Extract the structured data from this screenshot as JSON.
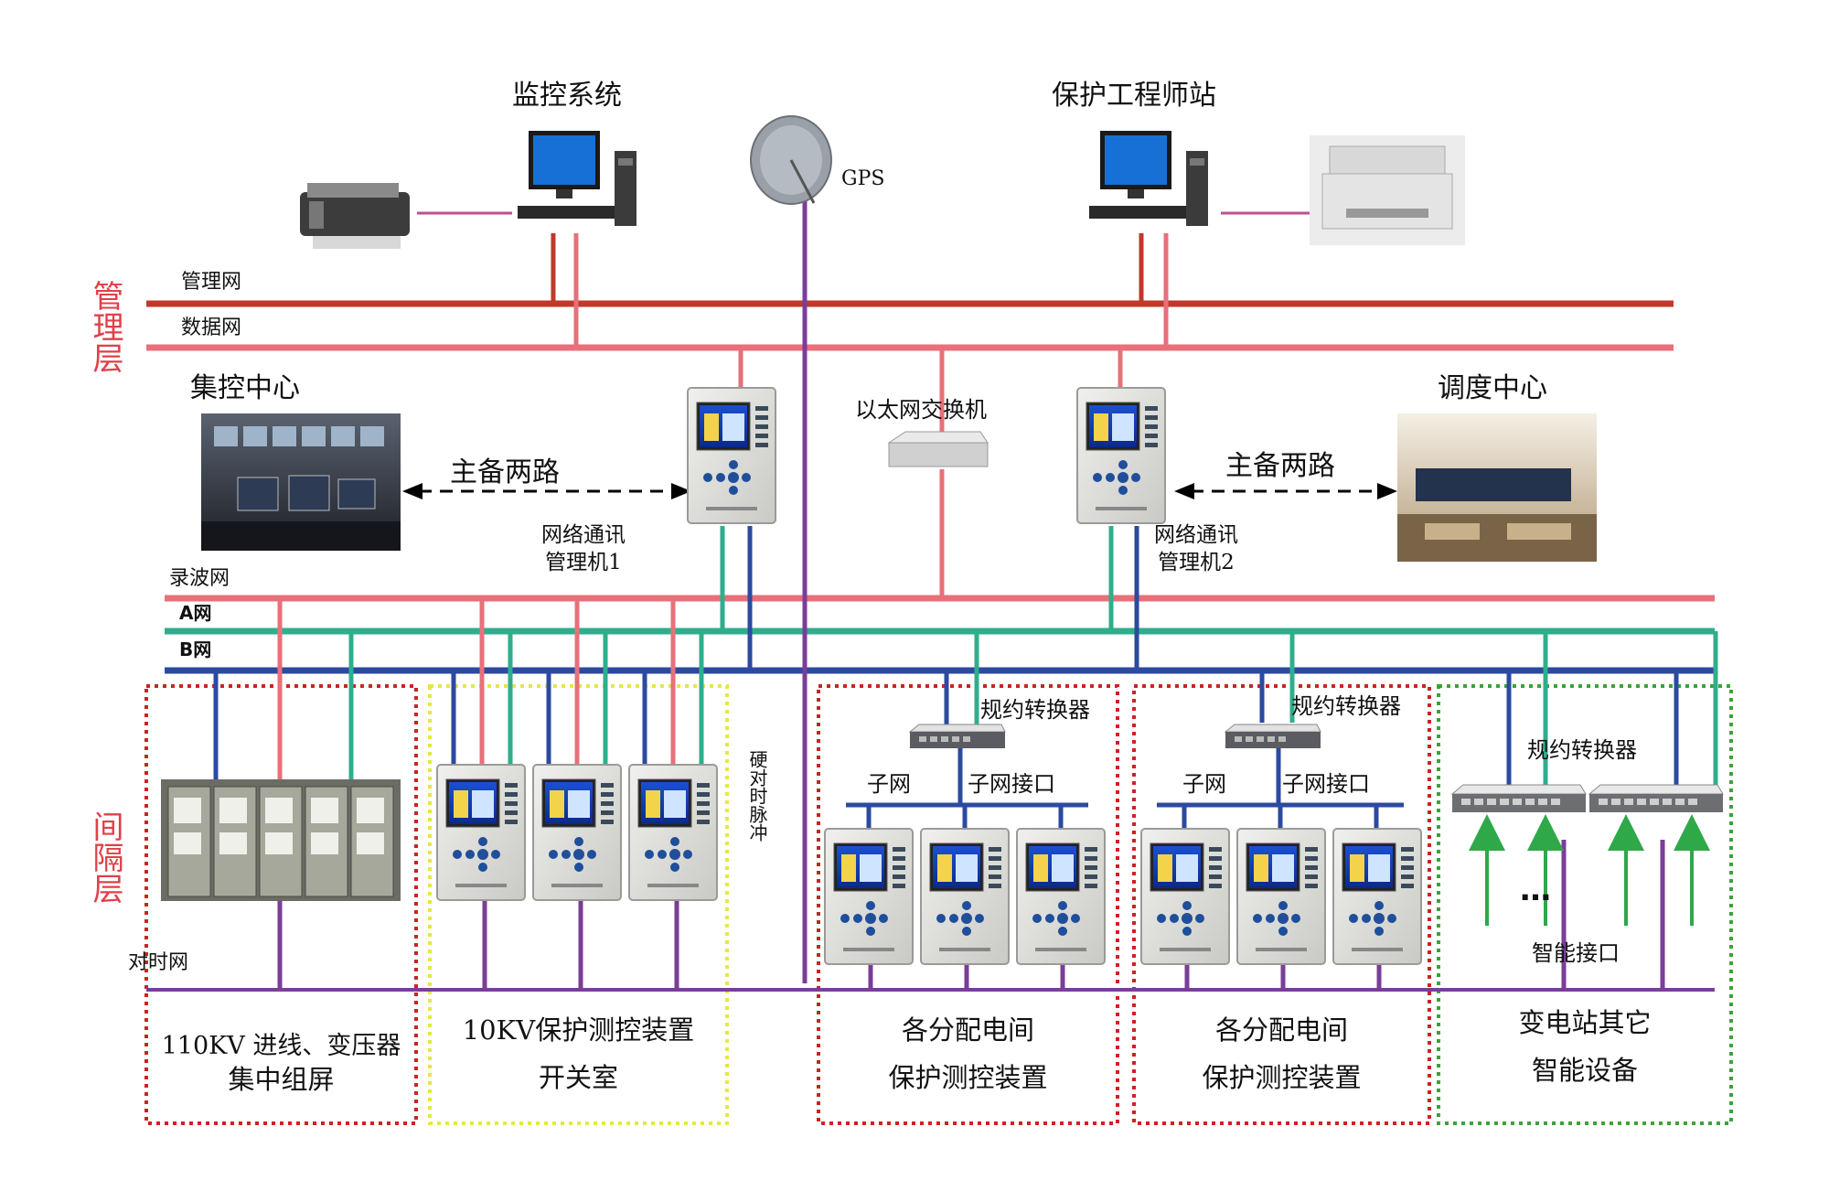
{
  "layers": {
    "management": "管理层",
    "bay": "间隔层"
  },
  "top": {
    "monitoring_system": "监控系统",
    "protection_engineer_station": "保护工程师站",
    "gps": "GPS"
  },
  "networks": {
    "management_net": "管理网",
    "data_net": "数据网",
    "wave_net": "录波网",
    "a_net": "A网",
    "b_net": "B网",
    "time_net": "对时网",
    "hard_sync_pulse": "硬对时脉冲"
  },
  "middle": {
    "control_center": "集控中心",
    "dispatch_center": "调度中心",
    "dual_path_left": "主备两路",
    "dual_path_right": "主备两路",
    "ethernet_switch": "以太网交换机",
    "comm_manager_1_line1": "网络通讯",
    "comm_manager_1_line2": "管理机1",
    "comm_manager_2_line1": "网络通讯",
    "comm_manager_2_line2": "管理机2"
  },
  "bay": {
    "converter_1": "规约转换器",
    "converter_2": "规约转换器",
    "converter_3": "规约转换器",
    "subnet_1": "子网",
    "subnet_port_1": "子网接口",
    "subnet_2": "子网",
    "subnet_port_2": "子网接口",
    "smart_port": "智能接口",
    "ellipsis": "…"
  },
  "zones": [
    {
      "line1": "110KV 进线、变压器",
      "line2": "集中组屏"
    },
    {
      "line1": "10KV保护测控装置",
      "line2": "开关室"
    },
    {
      "line1": "各分配电间",
      "line2": "保护测控装置"
    },
    {
      "line1": "各分配电间",
      "line2": "保护测控装置"
    },
    {
      "line1": "变电站其它",
      "line2": "智能设备"
    }
  ],
  "colors": {
    "management_net": "#c0392b",
    "data_net": "#e8707a",
    "wave_net": "#e8707a",
    "a_net": "#2fae8c",
    "b_net": "#2b4aa0",
    "time_net": "#7a3e98",
    "layer_label": "#e0404a",
    "zone_red": "#cc2222",
    "zone_yellow": "#e6e64a",
    "zone_green": "#3aa33a"
  }
}
